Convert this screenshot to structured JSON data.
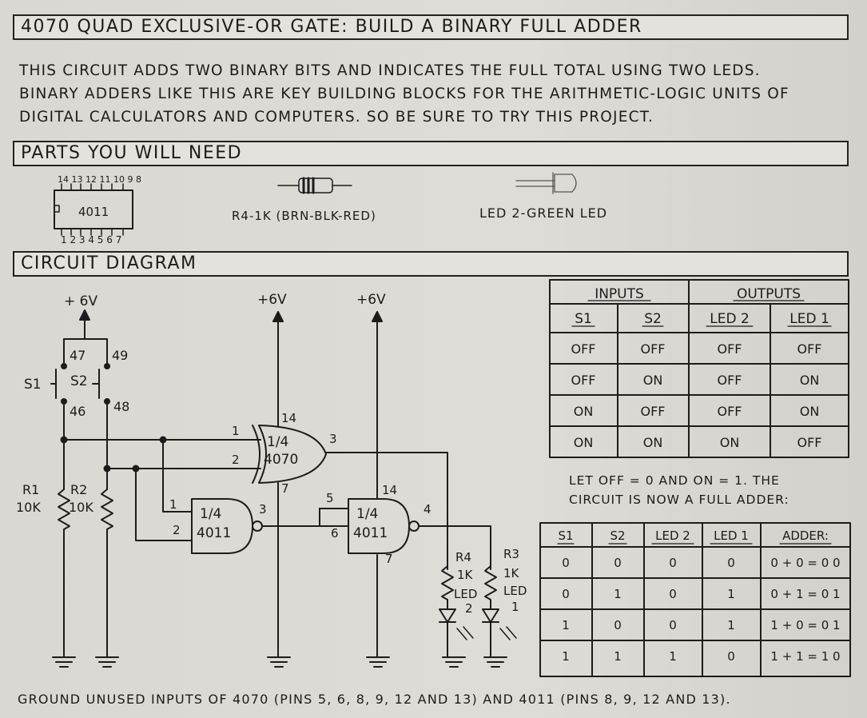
{
  "title": "4070 QUAD EXCLUSIVE-OR GATE: BUILD A BINARY FULL ADDER",
  "intro": [
    "THIS CIRCUIT ADDS TWO BINARY BITS AND INDICATES THE FULL TOTAL USING TWO LEDS.",
    "BINARY ADDERS LIKE THIS ARE KEY BUILDING BLOCKS FOR THE ARITHMETIC-LOGIC UNITS OF",
    "DIGITAL CALCULATORS AND COMPUTERS. SO BE SURE TO TRY THIS PROJECT."
  ],
  "parts": {
    "heading": "PARTS YOU WILL NEED",
    "chip_label": "4011",
    "chip_top_pins": "14 13 12 11 10 9 8",
    "chip_bottom_pins": "1 2 3 4 5 6 7",
    "resistor_label": "R4-1K (BRN-BLK-RED)",
    "led_label": "LED 2-GREEN LED"
  },
  "circuit": {
    "heading": "CIRCUIT DIAGRAM",
    "supply": "+6V",
    "supply_left": "+ 6V",
    "s1": "S1",
    "s2": "S2",
    "pin47": "47",
    "pin49": "49",
    "pin46": "46",
    "pin48": "48",
    "r1": "R1",
    "r2": "R2",
    "r_10k": "10K",
    "r3": "R3",
    "r4": "R4",
    "r_1k": "1K",
    "led": "LED",
    "led2_num": "2",
    "led1_num": "1",
    "gate_frac": "1/4",
    "xor_chip": "4070",
    "nand_chip": "4011",
    "p1": "1",
    "p2": "2",
    "p3": "3",
    "p4": "4",
    "p5": "5",
    "p6": "6",
    "p7": "7",
    "p14": "14"
  },
  "truth_table": {
    "group_inputs": "INPUTS",
    "group_outputs": "OUTPUTS",
    "headers": [
      "S1",
      "S2",
      "LED 2",
      "LED 1"
    ],
    "rows": [
      [
        "OFF",
        "OFF",
        "OFF",
        "OFF"
      ],
      [
        "OFF",
        "ON",
        "OFF",
        "ON"
      ],
      [
        "ON",
        "OFF",
        "OFF",
        "ON"
      ],
      [
        "ON",
        "ON",
        "ON",
        "OFF"
      ]
    ]
  },
  "note": "LET OFF = 0 AND ON = 1. THE\nCIRCUIT IS NOW A FULL ADDER:",
  "adder_table": {
    "headers": [
      "S1",
      "S2",
      "LED 2",
      "LED 1",
      "ADDER:"
    ],
    "rows": [
      [
        "0",
        "0",
        "0",
        "0",
        "0 + 0 = 0 0"
      ],
      [
        "0",
        "1",
        "0",
        "1",
        "0 + 1 = 0 1"
      ],
      [
        "1",
        "0",
        "0",
        "1",
        "1 + 0 = 0 1"
      ],
      [
        "1",
        "1",
        "1",
        "0",
        "1 + 1 = 1 0"
      ]
    ]
  },
  "footer": "GROUND UNUSED INPUTS OF 4070 (PINS 5, 6, 8, 9, 12 AND 13) AND 4011 (PINS 8, 9, 12 AND 13)."
}
